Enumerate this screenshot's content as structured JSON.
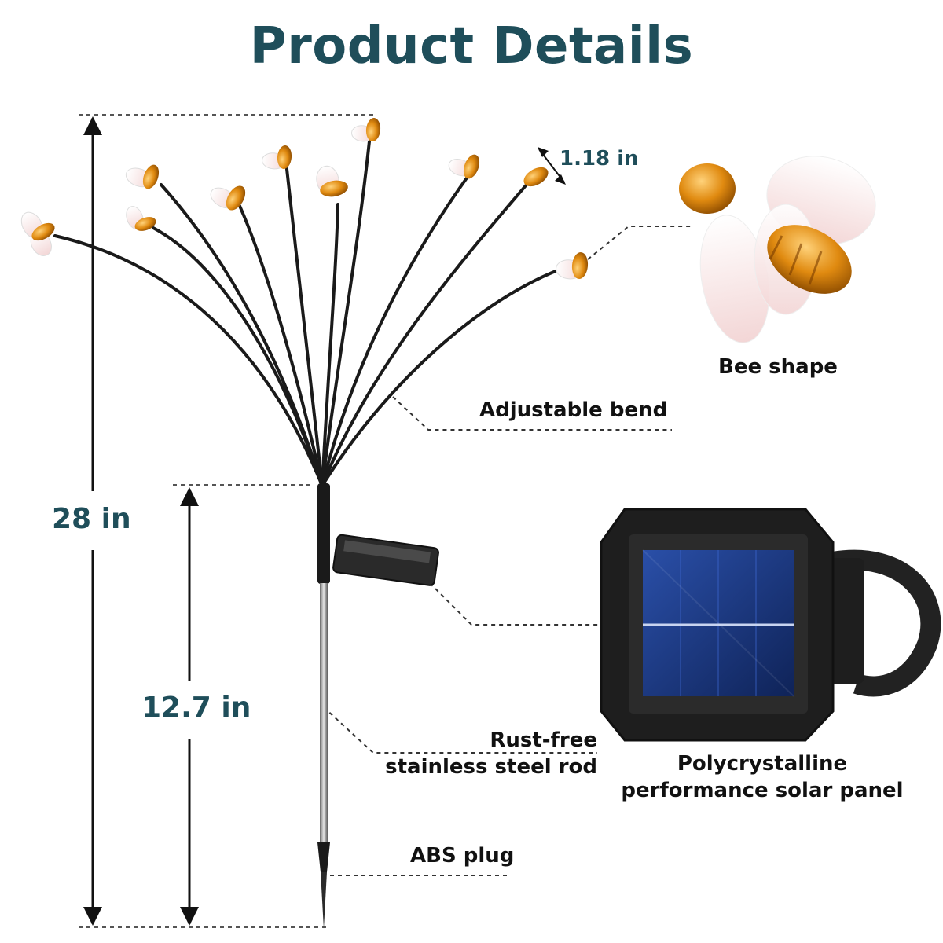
{
  "title": "Product Details",
  "dimensions": {
    "total_height": "28 in",
    "rod_height": "12.7 in",
    "bee_size": "1.18 in"
  },
  "labels": {
    "bee_shape": "Bee shape",
    "adjustable_bend": "Adjustable bend",
    "rod_line1": "Rust-free",
    "rod_line2": "stainless steel rod",
    "solar_line1": "Polycrystalline",
    "solar_line2": "performance solar panel",
    "abs_plug": "ABS plug"
  },
  "colors": {
    "title": "#1f4e5a",
    "bee_amber": "#e08a10",
    "stem": "#1a1a1a",
    "solar_blue": "#1c3d8a"
  },
  "icons": [
    "bee-icon",
    "solar-panel-icon",
    "stake-icon"
  ]
}
